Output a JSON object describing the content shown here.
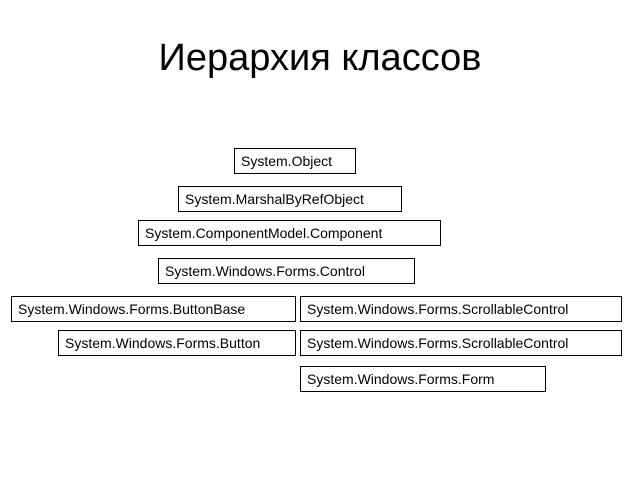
{
  "title": "Иерархия классов",
  "classes": [
    "System.Object",
    "System.MarshalByRefObject",
    "System.ComponentModel.Component",
    "System.Windows.Forms.Control",
    "System.Windows.Forms.ButtonBase",
    "System.Windows.Forms.ScrollableControl",
    "System.Windows.Forms.Button",
    "System.Windows.Forms.ScrollableControl",
    "System.Windows.Forms.Form"
  ]
}
